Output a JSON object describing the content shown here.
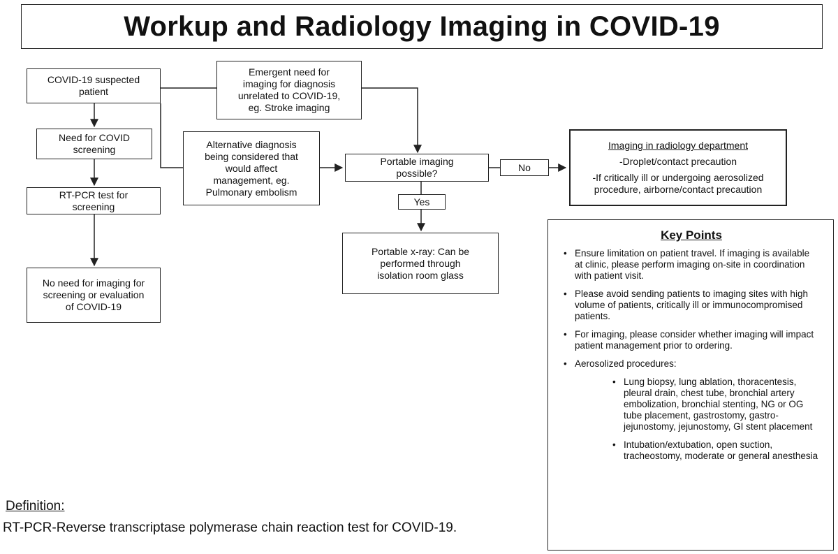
{
  "title": "Workup and Radiology Imaging in COVID-19",
  "nodes": {
    "suspected": [
      "COVID-19 suspected",
      "patient"
    ],
    "emergent": [
      "Emergent  need for",
      "imaging for diagnosis",
      "unrelated to COVID-19,",
      "eg. Stroke imaging"
    ],
    "need_screening": [
      "Need for COVID",
      "screening"
    ],
    "alternative": [
      "Alternative diagnosis",
      "being considered that",
      "would affect",
      "management, eg.",
      "Pulmonary embolism"
    ],
    "portable_possible": [
      "Portable imaging",
      "possible?"
    ],
    "rt_pcr": [
      "RT-PCR test for",
      "screening"
    ],
    "no_need": [
      "No need for imaging for",
      "screening or evaluation",
      "of COVID-19"
    ],
    "portable_xray": [
      "Portable x-ray: Can be",
      "performed through",
      "isolation room glass"
    ],
    "radiology": {
      "title": "Imaging in radiology department",
      "lines": [
        "-Droplet/contact precaution",
        "-If critically ill or undergoing aerosolized",
        "procedure, airborne/contact precaution"
      ]
    }
  },
  "edge_labels": {
    "no": "No",
    "yes": "Yes"
  },
  "key_points": {
    "title": "Key Points",
    "items": [
      "Ensure limitation on patient travel. If imaging is available at clinic, please perform imaging on-site in coordination with patient visit.",
      "Please avoid sending patients to imaging sites with high volume of patients, critically ill or immunocompromised patients.",
      "For imaging, please consider whether imaging will impact patient management  prior to ordering.",
      "Aerosolized procedures:"
    ],
    "sub_items": [
      "Lung biopsy, lung ablation, thoracentesis, pleural drain, chest tube, bronchial artery embolization, bronchial stenting, NG or OG tube placement, gastrostomy, gastro-jejunostomy, jejunostomy, GI stent placement",
      "Intubation/extubation, open suction, tracheostomy, moderate or general anesthesia"
    ]
  },
  "definition": {
    "label": "Definition:",
    "text": "RT-PCR-Reverse transcriptase polymerase chain reaction test for COVID-19."
  }
}
